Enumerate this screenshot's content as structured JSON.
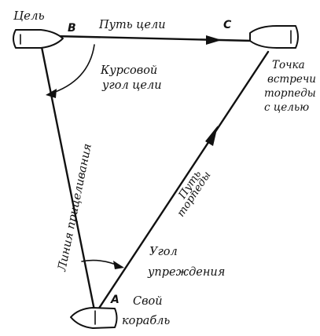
{
  "points": {
    "a": "A",
    "b": "B",
    "c": "C"
  },
  "labels": {
    "target": "Цель",
    "target_path": "Путь цели",
    "course_angle": [
      "Курсовой",
      "угол цели"
    ],
    "meeting_point": [
      "Точка",
      "встречи",
      "торпеды",
      "с целью"
    ],
    "aiming_line": "Линия прицеливания",
    "torpedo_path": [
      "Путь",
      "торпеды"
    ],
    "lead_angle": [
      "Угол",
      "упреждения"
    ],
    "own_ship": [
      "Свой",
      "корабль"
    ]
  }
}
